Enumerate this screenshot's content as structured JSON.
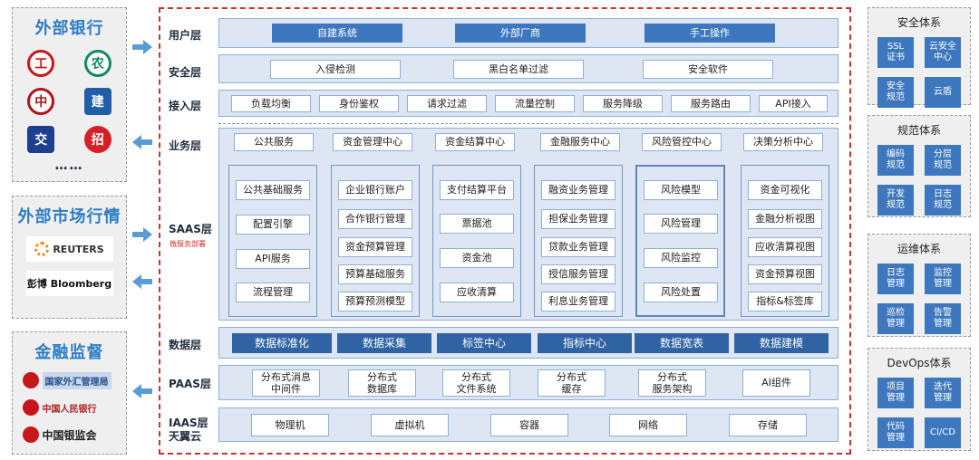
{
  "left": {
    "banks": {
      "title": "外部银行",
      "ellipsis": "……"
    },
    "market": {
      "title": "外部市场行情",
      "reuters": "REUTERS",
      "bloomberg": "彭博 Bloomberg"
    },
    "regulators": {
      "title": "金融监督",
      "safe": "国家外汇管理局",
      "pboc": "中国人民银行",
      "cbrc": "中国银监会"
    }
  },
  "layers": {
    "user": "用户层",
    "security": "安全层",
    "access": "接入层",
    "business": "业务层",
    "saas": "SAAS层",
    "saas_sub": "微服务部署",
    "data": "数据层",
    "paas": "PAAS层",
    "iaas": "IAAS层",
    "iaas_sub": "天翼云"
  },
  "user_items": [
    "自建系统",
    "外部厂商",
    "手工操作"
  ],
  "security_items": [
    "入侵检测",
    "黑白名单过滤",
    "安全软件"
  ],
  "access_items": [
    "负载均衡",
    "身份鉴权",
    "请求过滤",
    "流量控制",
    "服务降级",
    "服务路由",
    "API接入"
  ],
  "business_items": [
    "公共服务",
    "资金管理中心",
    "资金结算中心",
    "金融服务中心",
    "风险管控中心",
    "决策分析中心"
  ],
  "saas_columns": [
    [
      "公共基础服务",
      "配置引擎",
      "API服务",
      "流程管理"
    ],
    [
      "企业银行账户",
      "合作银行管理",
      "资金预算管理",
      "预算基础服务",
      "预算预测模型"
    ],
    [
      "支付结算平台",
      "票据池",
      "资金池",
      "应收清算"
    ],
    [
      "融资业务管理",
      "担保业务管理",
      "贷款业务管理",
      "授信服务管理",
      "利息业务管理"
    ],
    [
      "风险模型",
      "风险管理",
      "风险监控",
      "风险处置"
    ],
    [
      "资金可视化",
      "金融分析视图",
      "应收清算视图",
      "资金预算视图",
      "指标&标签库"
    ]
  ],
  "data_items": [
    "数据标准化",
    "数据采集",
    "标签中心",
    "指标中心",
    "数据宽表",
    "数据建模"
  ],
  "paas_items": [
    "分布式消息\n中间件",
    "分布式\n数据库",
    "分布式\n文件系统",
    "分布式\n缓存",
    "分布式\n服务架构",
    "AI组件"
  ],
  "iaas_items": [
    "物理机",
    "虚拟机",
    "容器",
    "网络",
    "存储"
  ],
  "right": [
    {
      "title": "安全体系",
      "items": [
        "SSL\n证书",
        "云安全\n中心",
        "安全\n规范",
        "云盾"
      ]
    },
    {
      "title": "规范体系",
      "items": [
        "编码\n规范",
        "分层\n规范",
        "开发\n规范",
        "日志\n规范"
      ]
    },
    {
      "title": "运维体系",
      "items": [
        "日志\n管理",
        "监控\n管理",
        "巡检\n管理",
        "告警\n管理"
      ]
    },
    {
      "title": "DevOps体系",
      "items": [
        "项目\n管理",
        "迭代\n管理",
        "代码\n管理",
        "CI/CD"
      ]
    }
  ],
  "colors": {
    "accent": "#3d78bf",
    "frame": "#d0312d",
    "band": "#dde6f2",
    "title": "#2d7dc4"
  }
}
